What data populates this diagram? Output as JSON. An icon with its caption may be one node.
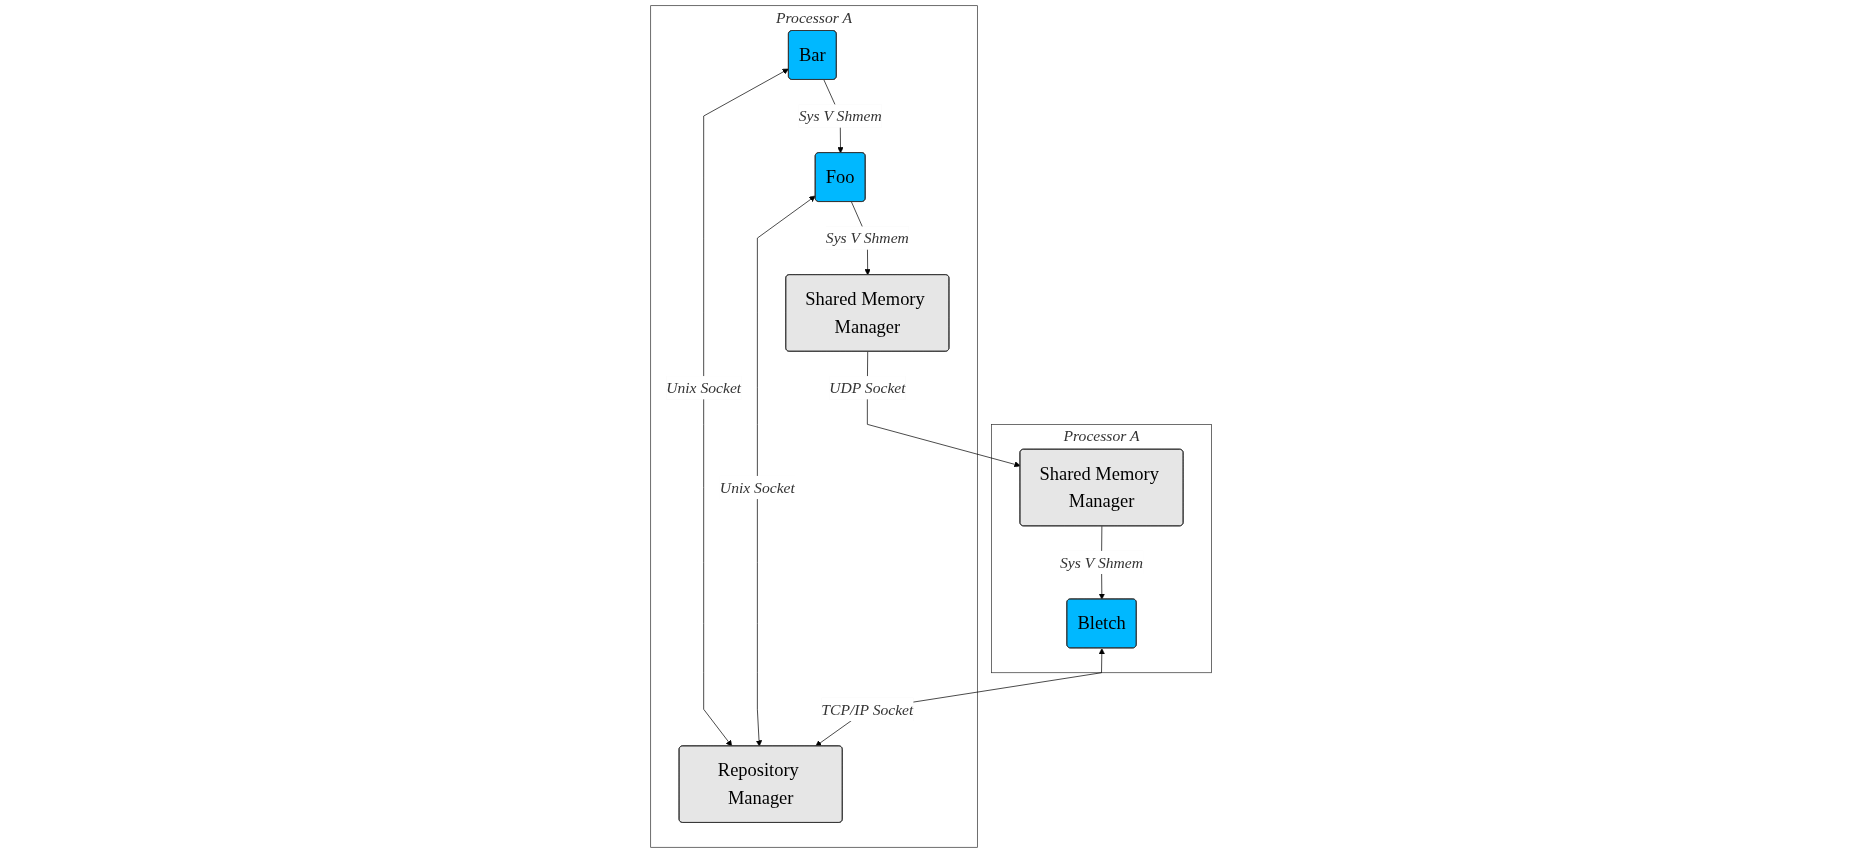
{
  "diagram": {
    "nodes": [
      {
        "text": [
          "Processor A"
        ]
      },
      {
        "text": [
          "Shared Memory Manager"
        ],
        "in": 0
      },
      {
        "text": [
          "Bar"
        ],
        "in": 0
      },
      {
        "text": [
          "Foo"
        ],
        "in": 0
      },
      {
        "text": [
          "Repository Manager"
        ],
        "in": 0
      },
      {
        "text": [
          "Processor A"
        ]
      },
      {
        "text": [
          "Shared Memory Manager"
        ],
        "in": 5
      },
      {
        "text": [
          "Bletch"
        ],
        "in": 5
      }
    ],
    "edges": [
      {
        "from": 1,
        "to": 6,
        "arrow": "to",
        "label": "UDP Socket"
      },
      {
        "from": 3,
        "to": 1,
        "arrow": "to",
        "label": "Sys V Shmem"
      },
      {
        "from": 2,
        "to": 3,
        "arrow": "to",
        "label": "Sys V Shmem"
      },
      {
        "from": 2,
        "to": 4,
        "arrow": "both",
        "label": "Unix Socket"
      },
      {
        "from": 3,
        "to": 4,
        "arrow": "both",
        "label": "Unix Socket"
      },
      {
        "from": 6,
        "to": 7,
        "arrow": "to",
        "label": "Sys V Shmem"
      },
      {
        "from": 7,
        "to": 4,
        "arrow": "both",
        "label": "TCP/IP Socket"
      }
    ]
  }
}
